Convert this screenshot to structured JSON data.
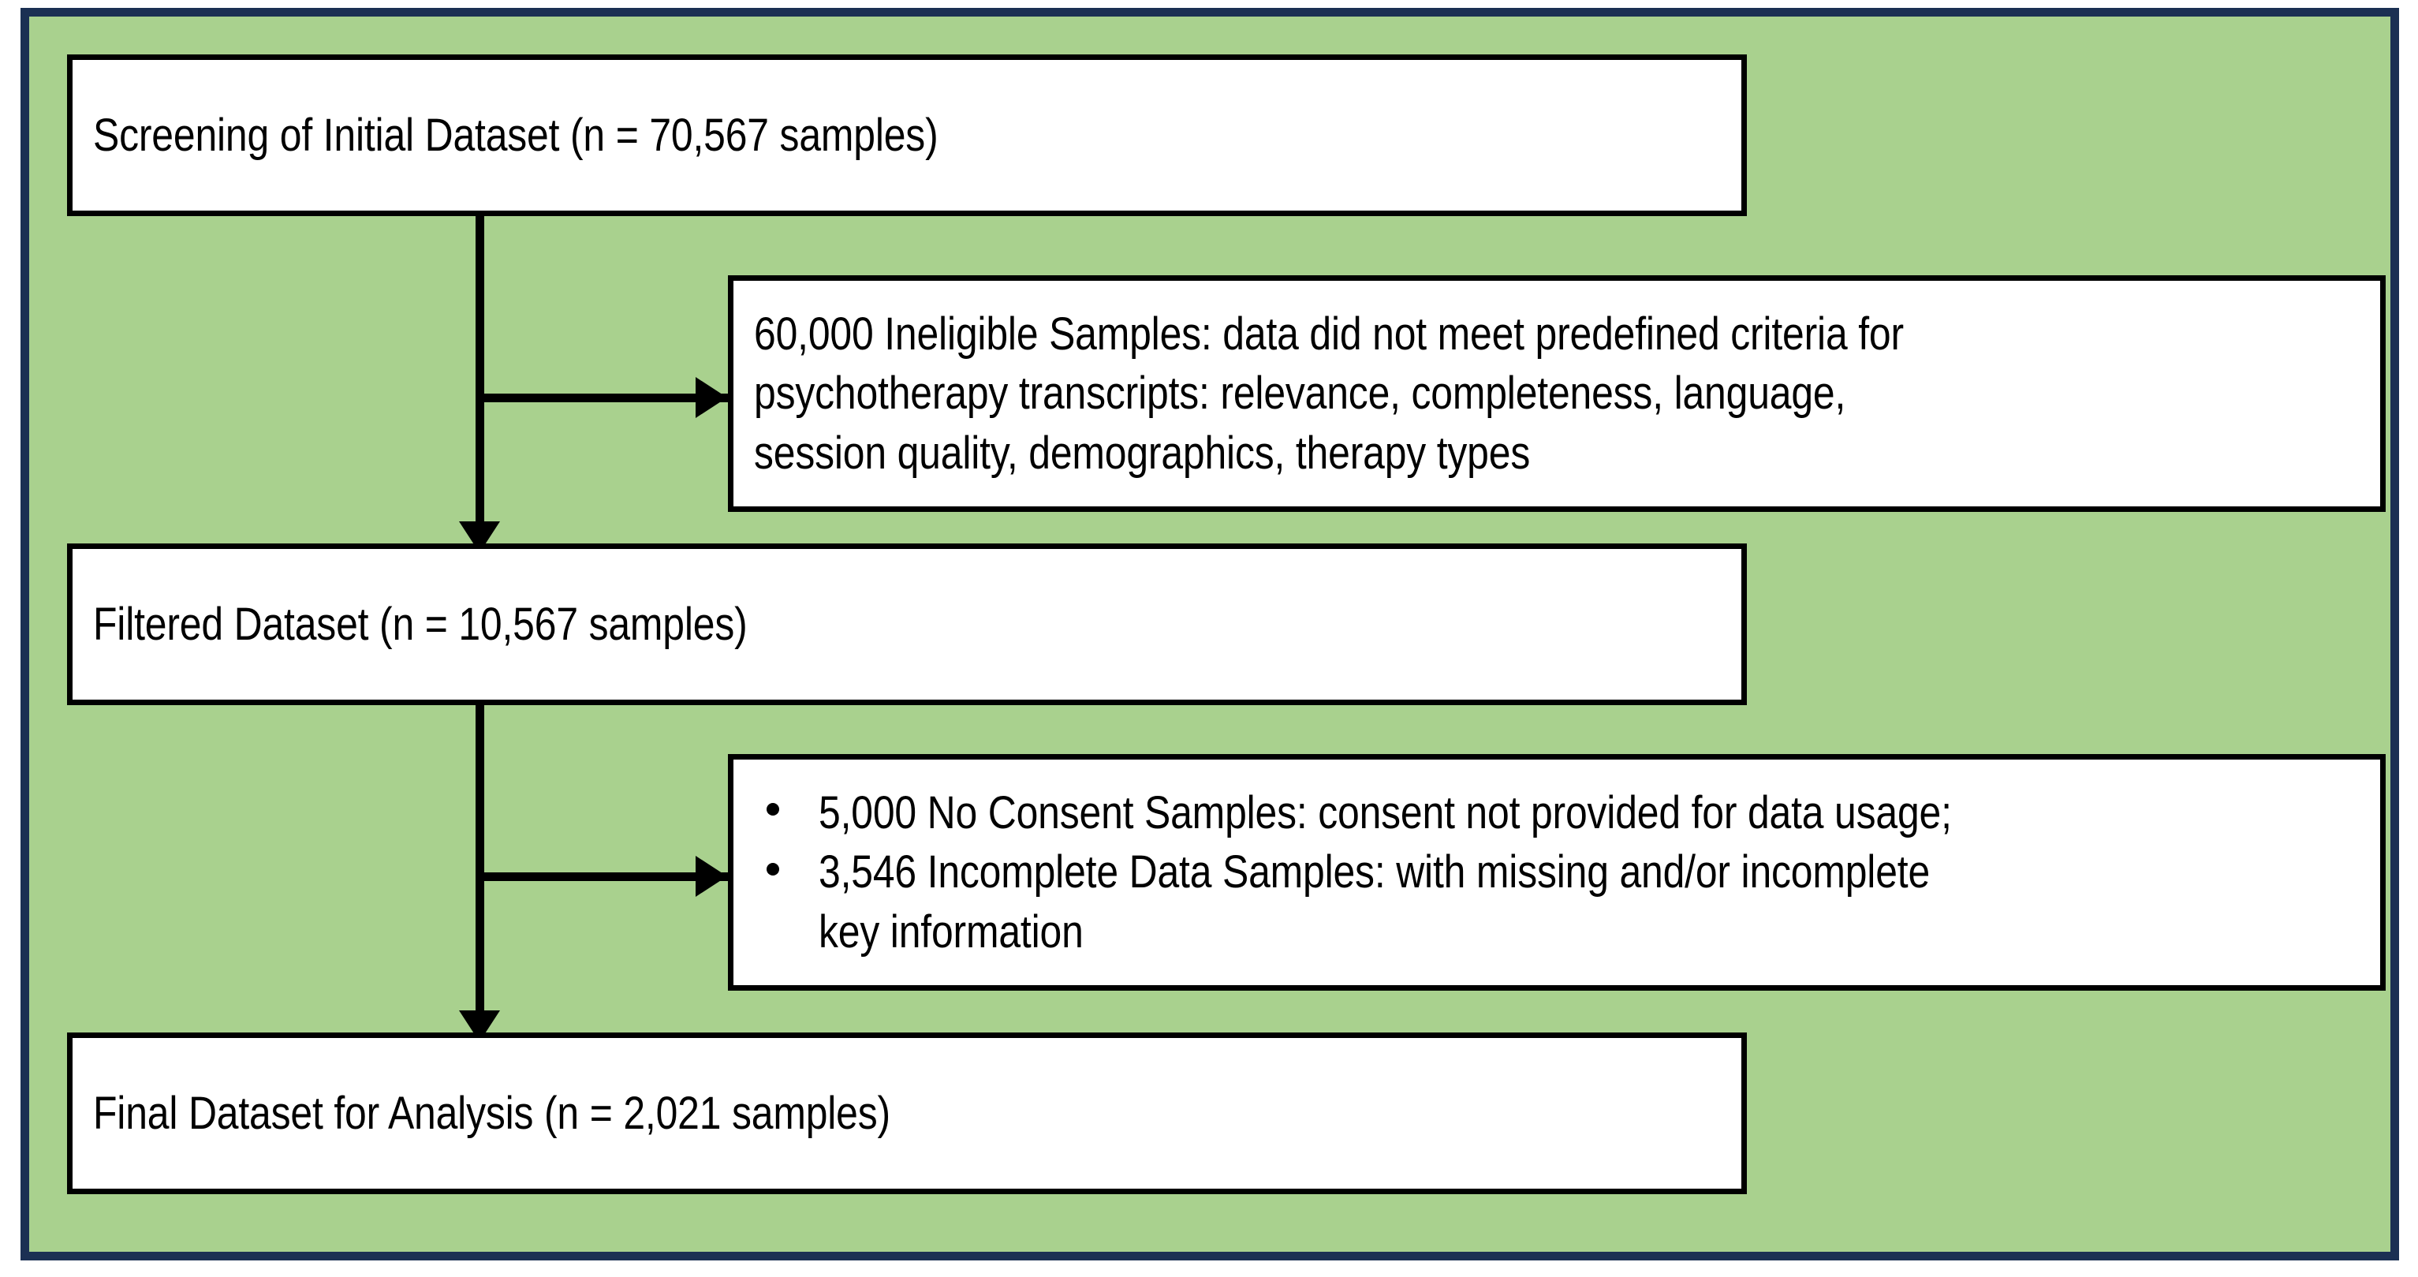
{
  "figure": {
    "type": "flowchart",
    "orientation": "top-to-bottom",
    "frame_border_color": "#1b3053",
    "background_color": "#a9d18e",
    "box_fill_color": "#ffffff",
    "box_border_color": "#000000",
    "connector_color": "#000000"
  },
  "nodes": {
    "screening": {
      "id": "screening-of-initial-dataset",
      "label": "Screening of Initial Dataset (n = 70,567 samples)",
      "n": "70,567"
    },
    "ineligible": {
      "id": "ineligible-samples",
      "count": "60,000",
      "lines": [
        "60,000 Ineligible Samples: data did not meet predefined criteria for",
        "psychotherapy transcripts: relevance, completeness, language,",
        "session quality, demographics, therapy types"
      ]
    },
    "filtered": {
      "id": "filtered-dataset",
      "label": "Filtered Dataset (n = 10,567 samples)",
      "n": "10,567"
    },
    "exclusions": {
      "id": "exclusion-samples",
      "bullets": [
        {
          "count": "5,000",
          "lines": [
            "5,000 No Consent Samples: consent not provided for data usage;"
          ]
        },
        {
          "count": "3,546",
          "lines": [
            "3,546 Incomplete Data Samples: with missing and/or incomplete",
            "key information"
          ]
        }
      ]
    },
    "final": {
      "id": "final-dataset-for-analysis",
      "label": "Final Dataset for Analysis (n = 2,021 samples)",
      "n": "2,021"
    }
  },
  "edges": [
    {
      "from": "screening",
      "to": "filtered",
      "kind": "arrow-down"
    },
    {
      "from": "screening",
      "to": "ineligible",
      "kind": "arrow-right"
    },
    {
      "from": "filtered",
      "to": "final",
      "kind": "arrow-down"
    },
    {
      "from": "filtered",
      "to": "exclusions",
      "kind": "arrow-right"
    }
  ]
}
